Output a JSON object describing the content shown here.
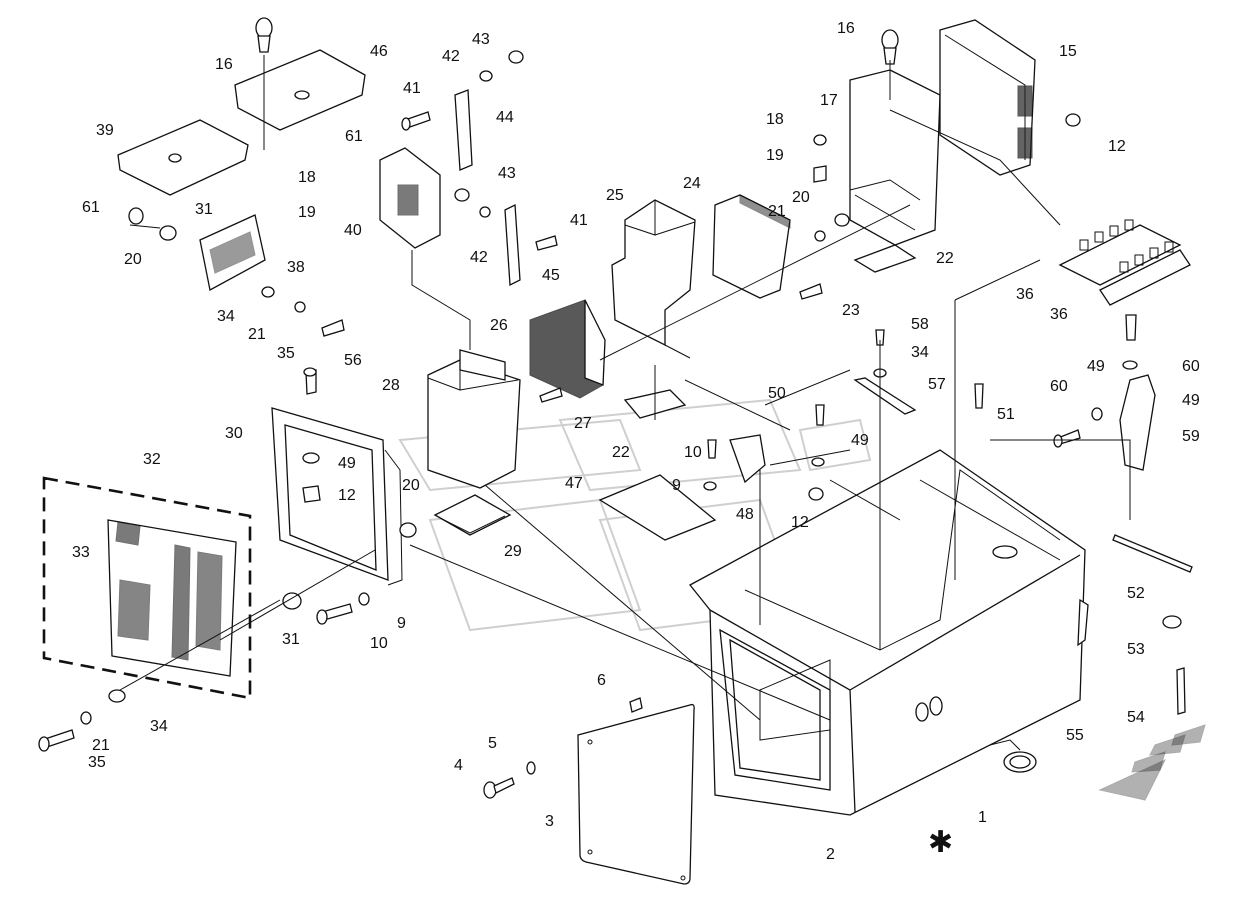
{
  "diagram": {
    "callouts": [
      "1",
      "2",
      "3",
      "4",
      "5",
      "6",
      "9",
      "9",
      "10",
      "10",
      "12",
      "12",
      "12",
      "15",
      "16",
      "16",
      "17",
      "18",
      "18",
      "19",
      "19",
      "20",
      "20",
      "20",
      "21",
      "21",
      "21",
      "22",
      "22",
      "23",
      "24",
      "25",
      "26",
      "27",
      "28",
      "29",
      "30",
      "31",
      "31",
      "32",
      "33",
      "34",
      "34",
      "34",
      "35",
      "35",
      "36",
      "36",
      "38",
      "39",
      "40",
      "41",
      "41",
      "42",
      "42",
      "43",
      "43",
      "44",
      "45",
      "46",
      "47",
      "48",
      "49",
      "49",
      "49",
      "49",
      "50",
      "51",
      "52",
      "53",
      "54",
      "55",
      "56",
      "57",
      "58",
      "59",
      "60",
      "60",
      "61",
      "61"
    ],
    "star_symbol": "✱"
  }
}
